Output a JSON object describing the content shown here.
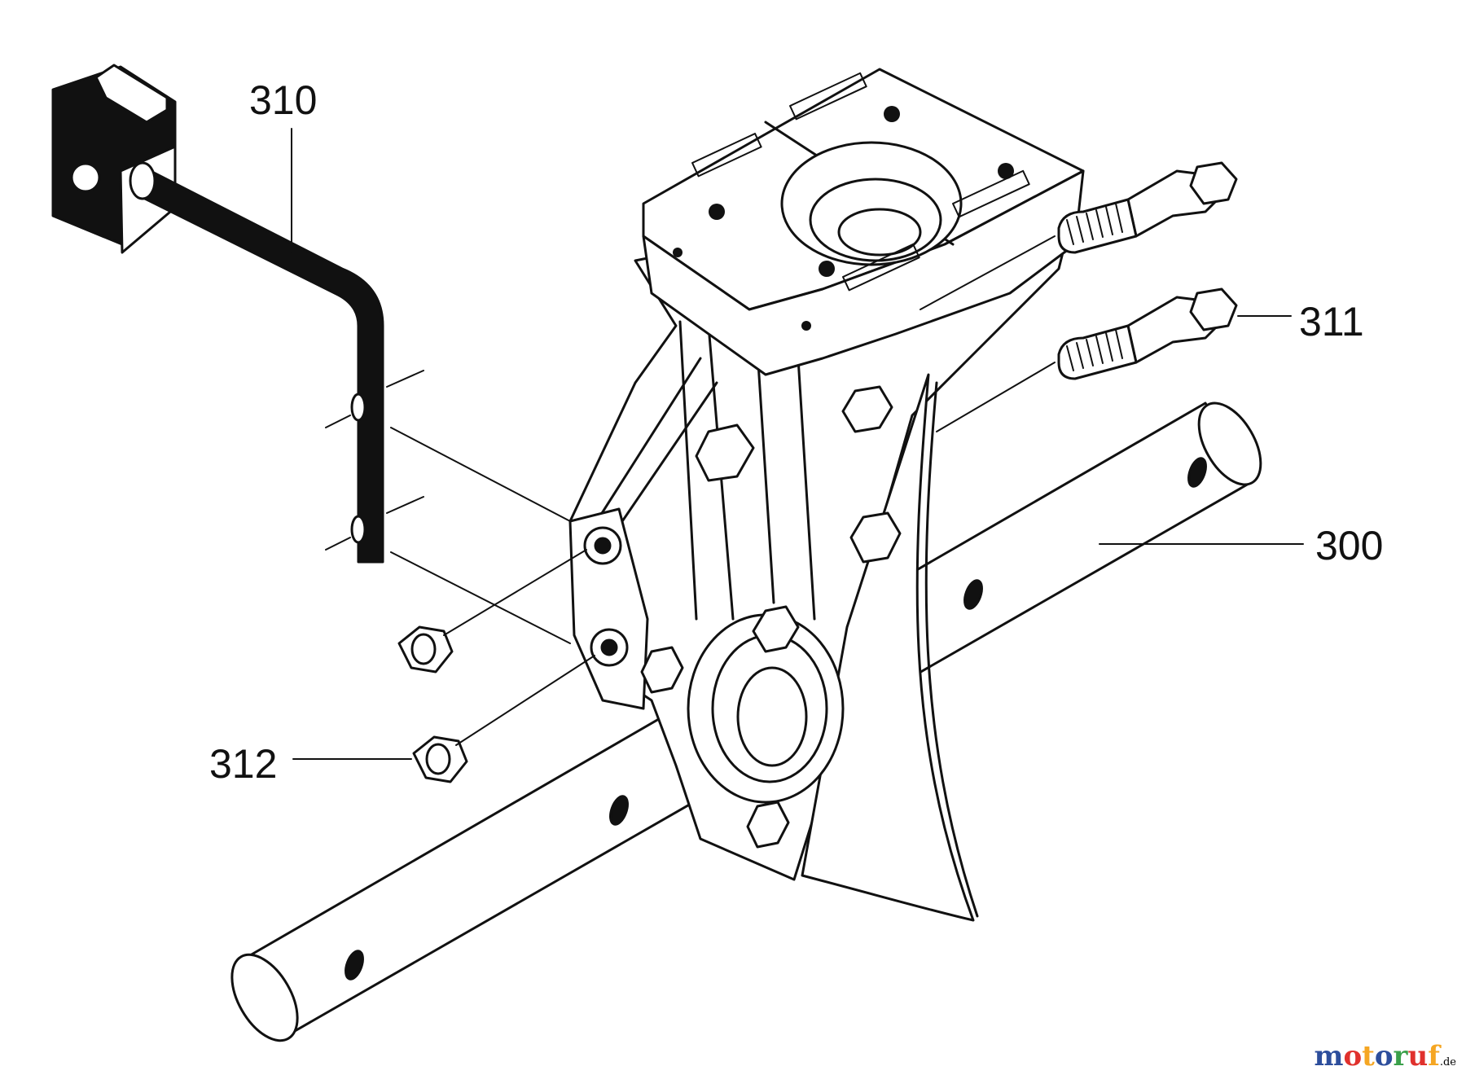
{
  "diagram": {
    "callouts": {
      "p310": "310",
      "p311": "311",
      "p300": "300",
      "p312": "312"
    }
  },
  "watermark": {
    "brand": "motoruf",
    "tld": ".de",
    "colors": [
      "#2d4e9c",
      "#e0312d",
      "#f5a623",
      "#2d4e9c",
      "#3aa04a",
      "#e0312d",
      "#f5a623"
    ]
  },
  "style": {
    "line_color": "#111111",
    "background": "#ffffff"
  }
}
